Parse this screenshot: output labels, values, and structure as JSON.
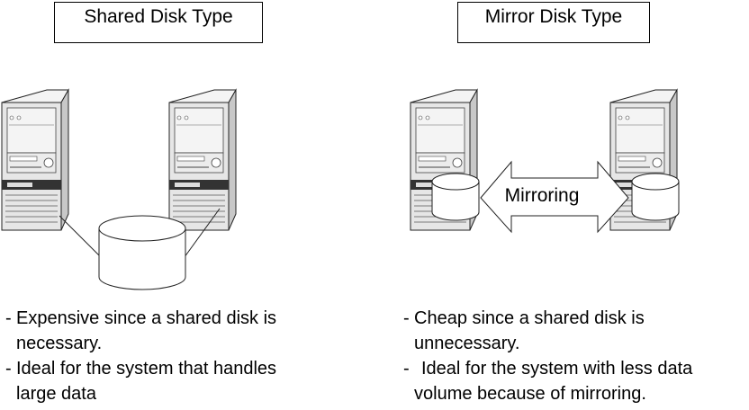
{
  "titles": {
    "shared": "Shared Disk Type",
    "mirror": "Mirror Disk Type"
  },
  "mirroring_label": "Mirroring",
  "notes_left": [
    {
      "marker": "-",
      "lines": [
        "Expensive since a shared disk is",
        "necessary."
      ]
    },
    {
      "marker": "-",
      "lines": [
        "Ideal for the system that handles",
        "large data"
      ]
    }
  ],
  "notes_right": [
    {
      "marker": "-",
      "lines": [
        "Cheap since a shared disk is",
        "unnecessary."
      ]
    },
    {
      "marker": "-",
      "lines": [
        "Ideal for the system with less data",
        "volume because of mirroring."
      ]
    }
  ],
  "colors": {
    "server_front": "#e8e8e8",
    "server_side": "#c8c8c8",
    "server_top": "#f4f4f4",
    "stroke": "#222222",
    "disk_fill": "#ffffff"
  },
  "icons": {
    "server": "tower-server-icon",
    "disk": "disk-cylinder-icon",
    "arrow": "double-arrow-icon"
  }
}
